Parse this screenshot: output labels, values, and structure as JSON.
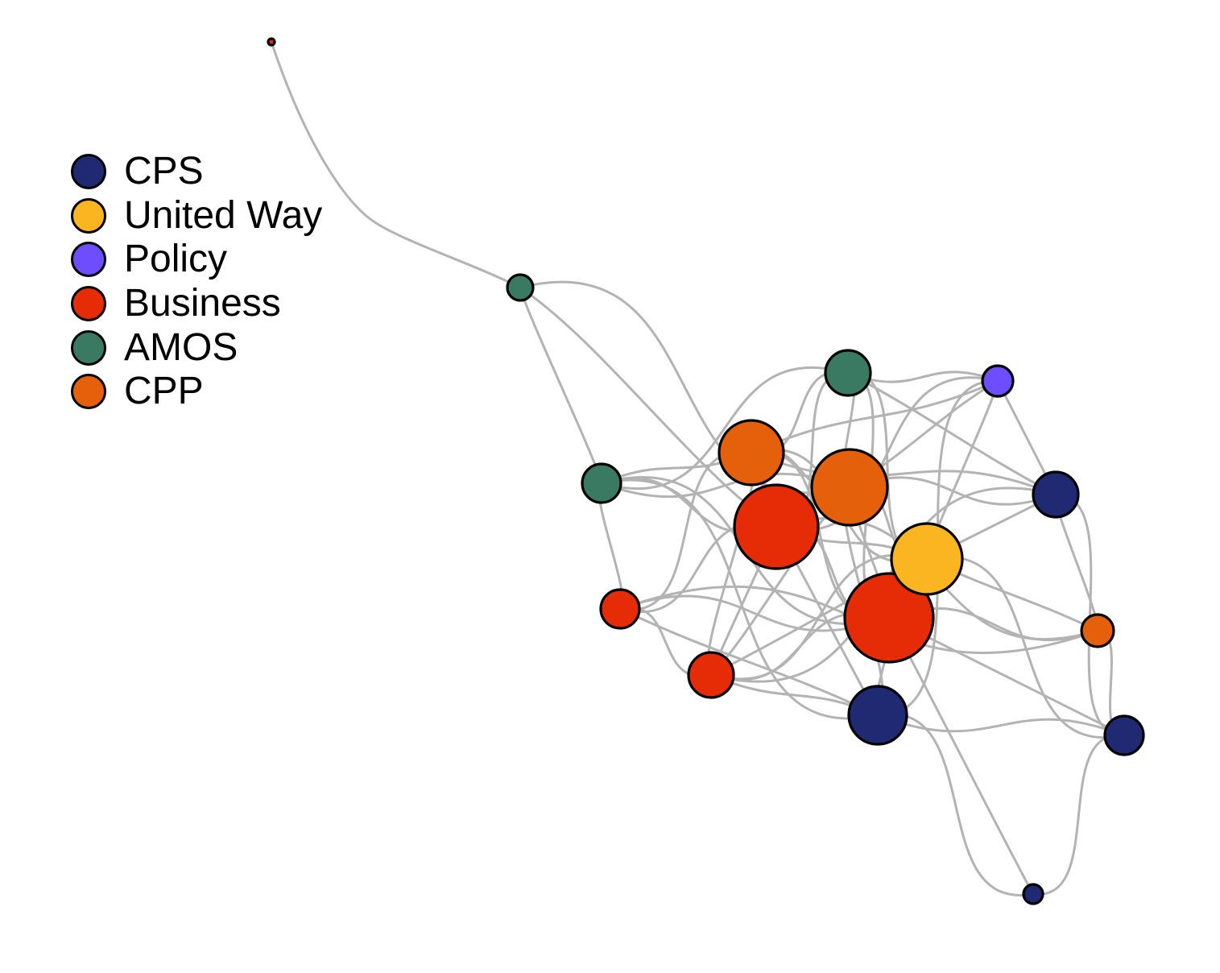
{
  "legend": {
    "items": [
      {
        "label": "CPS",
        "color": "#1f2a73"
      },
      {
        "label": "United Way",
        "color": "#fbb520"
      },
      {
        "label": "Policy",
        "color": "#6e4dff"
      },
      {
        "label": "Business",
        "color": "#e62b07"
      },
      {
        "label": "AMOS",
        "color": "#3a7a62"
      },
      {
        "label": "CPP",
        "color": "#e5600a"
      }
    ]
  },
  "network": {
    "edge_color": "#b3b3b3",
    "node_border_color": "#000000",
    "nodes": [
      {
        "id": "n1",
        "group": "Business"
      },
      {
        "id": "n2",
        "group": "AMOS"
      },
      {
        "id": "n3",
        "group": "AMOS"
      },
      {
        "id": "n4",
        "group": "Policy"
      },
      {
        "id": "n5",
        "group": "CPP"
      },
      {
        "id": "n6",
        "group": "AMOS"
      },
      {
        "id": "n7",
        "group": "CPP"
      },
      {
        "id": "n8",
        "group": "CPS"
      },
      {
        "id": "n9",
        "group": "Business"
      },
      {
        "id": "n10",
        "group": "United Way"
      },
      {
        "id": "n11",
        "group": "Business"
      },
      {
        "id": "n12",
        "group": "Business"
      },
      {
        "id": "n13",
        "group": "CPP"
      },
      {
        "id": "n14",
        "group": "Business"
      },
      {
        "id": "n15",
        "group": "CPS"
      },
      {
        "id": "n16",
        "group": "CPS"
      },
      {
        "id": "n17",
        "group": "CPS"
      }
    ],
    "edges": [
      [
        "n1",
        "n2"
      ],
      [
        "n2",
        "n6"
      ],
      [
        "n2",
        "n7"
      ],
      [
        "n2",
        "n9"
      ],
      [
        "n6",
        "n5"
      ],
      [
        "n6",
        "n7"
      ],
      [
        "n6",
        "n9"
      ],
      [
        "n6",
        "n12"
      ],
      [
        "n6",
        "n11"
      ],
      [
        "n6",
        "n3"
      ],
      [
        "n6",
        "n15"
      ],
      [
        "n3",
        "n5"
      ],
      [
        "n3",
        "n7"
      ],
      [
        "n3",
        "n9"
      ],
      [
        "n3",
        "n10"
      ],
      [
        "n3",
        "n8"
      ],
      [
        "n3",
        "n11"
      ],
      [
        "n3",
        "n4"
      ],
      [
        "n4",
        "n7"
      ],
      [
        "n4",
        "n9"
      ],
      [
        "n4",
        "n10"
      ],
      [
        "n4",
        "n8"
      ],
      [
        "n4",
        "n5"
      ],
      [
        "n4",
        "n15"
      ],
      [
        "n5",
        "n7"
      ],
      [
        "n5",
        "n9"
      ],
      [
        "n5",
        "n10"
      ],
      [
        "n5",
        "n8"
      ],
      [
        "n5",
        "n11"
      ],
      [
        "n5",
        "n12"
      ],
      [
        "n5",
        "n14"
      ],
      [
        "n7",
        "n9"
      ],
      [
        "n7",
        "n10"
      ],
      [
        "n7",
        "n11"
      ],
      [
        "n7",
        "n8"
      ],
      [
        "n7",
        "n15"
      ],
      [
        "n7",
        "n14"
      ],
      [
        "n9",
        "n10"
      ],
      [
        "n9",
        "n11"
      ],
      [
        "n9",
        "n12"
      ],
      [
        "n9",
        "n14"
      ],
      [
        "n9",
        "n15"
      ],
      [
        "n9",
        "n13"
      ],
      [
        "n10",
        "n11"
      ],
      [
        "n10",
        "n8"
      ],
      [
        "n10",
        "n13"
      ],
      [
        "n10",
        "n16"
      ],
      [
        "n10",
        "n14"
      ],
      [
        "n11",
        "n12"
      ],
      [
        "n11",
        "n14"
      ],
      [
        "n11",
        "n15"
      ],
      [
        "n11",
        "n16"
      ],
      [
        "n11",
        "n13"
      ],
      [
        "n11",
        "n17"
      ],
      [
        "n12",
        "n14"
      ],
      [
        "n12",
        "n15"
      ],
      [
        "n12",
        "n13"
      ],
      [
        "n14",
        "n15"
      ],
      [
        "n14",
        "n10"
      ],
      [
        "n15",
        "n16"
      ],
      [
        "n15",
        "n17"
      ],
      [
        "n8",
        "n13"
      ],
      [
        "n8",
        "n16"
      ],
      [
        "n8",
        "n14"
      ],
      [
        "n13",
        "n16"
      ],
      [
        "n16",
        "n17"
      ]
    ]
  }
}
